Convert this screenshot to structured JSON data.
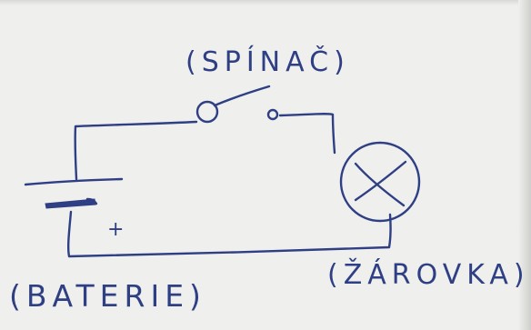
{
  "diagram": {
    "labels": {
      "switch": "(SPÍNAČ)",
      "battery": "(BATERIE)",
      "bulb": "(ŽÁROVKA)",
      "battery_plus": "+"
    },
    "colors": {
      "paper": "#efefed",
      "ink": "#2f3f84"
    },
    "components": [
      "battery-icon",
      "switch-icon",
      "bulb-icon"
    ]
  }
}
